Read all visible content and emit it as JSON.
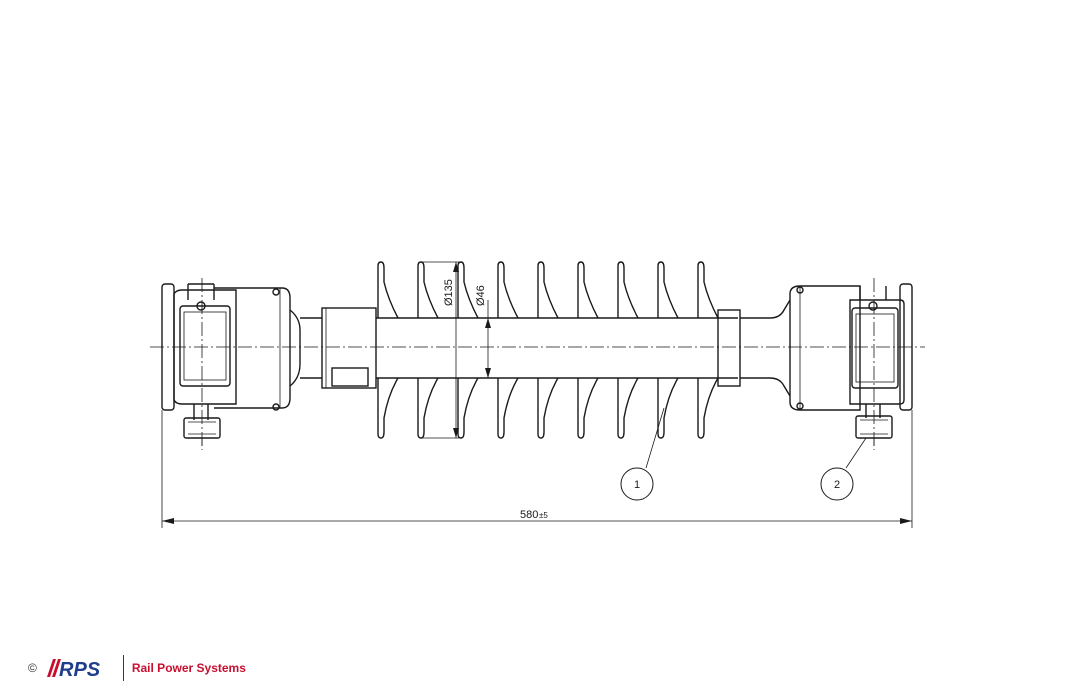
{
  "dimensions": {
    "overall_length": "580",
    "overall_tolerance": "±5",
    "shed_diameter": "Ø135",
    "core_diameter": "Ø46"
  },
  "callouts": [
    "1",
    "2"
  ],
  "footer": {
    "copyright": "©",
    "logo_text": "RPS",
    "company": "Rail Power Systems"
  },
  "colors": {
    "line": "#1a1a1a",
    "brand_blue": "#1f3d8c",
    "brand_red": "#c8102e"
  }
}
